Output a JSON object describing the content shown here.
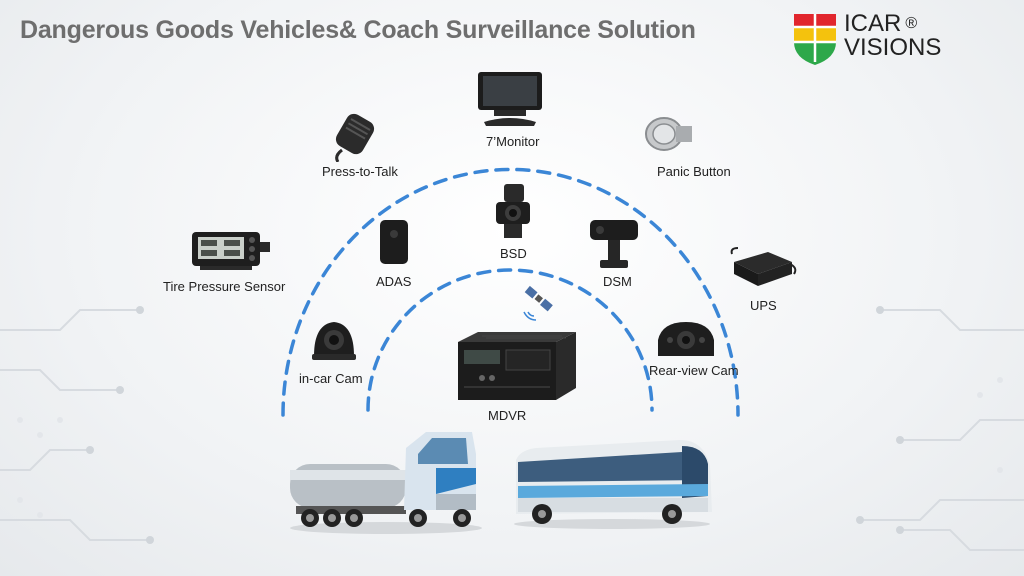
{
  "title": "Dangerous Goods Vehicles& Coach Surveillance Solution",
  "logo": {
    "line1": "ICAR",
    "reg": "®",
    "line2": "VISIONS"
  },
  "devices": {
    "monitor": "7’Monitor",
    "ptt": "Press-to-Talk",
    "panic": "Panic Button",
    "bsd": "BSD",
    "adas": "ADAS",
    "dsm": "DSM",
    "tpms": "Tire Pressure Sensor",
    "ups": "UPS",
    "incar": "in-car Cam",
    "rearview": "Rear-view Cam",
    "mdvr": "MDVR"
  },
  "colors": {
    "arc": "#3b86d6",
    "title": "#6e6e6e",
    "logo_red": "#e1262d",
    "logo_yellow": "#f4c20d",
    "logo_green": "#2da84a"
  }
}
